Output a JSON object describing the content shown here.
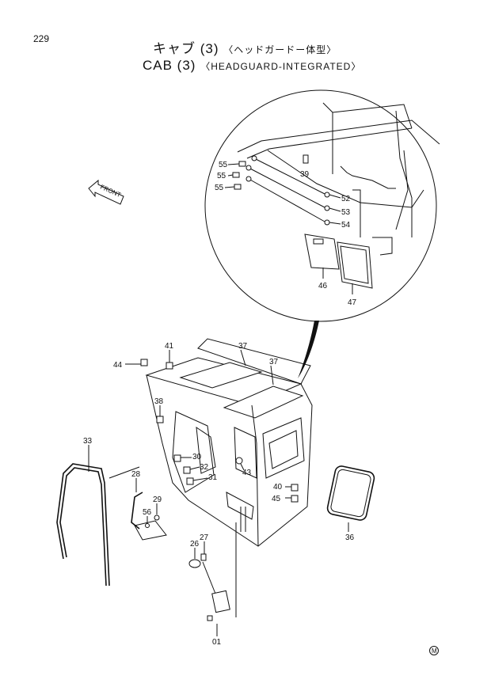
{
  "page_number": "229",
  "title_jp": {
    "main": "キャブ (3)",
    "sub": "〈ヘッドガードー体型〉"
  },
  "title_en": {
    "main": "CAB (3)",
    "sub": "〈HEADGUARD-INTEGRATED〉"
  },
  "front_arrow_label": "FRONT",
  "mark": "M",
  "callouts": [
    "55",
    "55",
    "55",
    "39",
    "52",
    "53",
    "54",
    "46",
    "47",
    "41",
    "37",
    "37",
    "44",
    "38",
    "33",
    "30",
    "32",
    "31",
    "43",
    "28",
    "29",
    "56",
    "40",
    "45",
    "36",
    "27",
    "26",
    "01"
  ]
}
